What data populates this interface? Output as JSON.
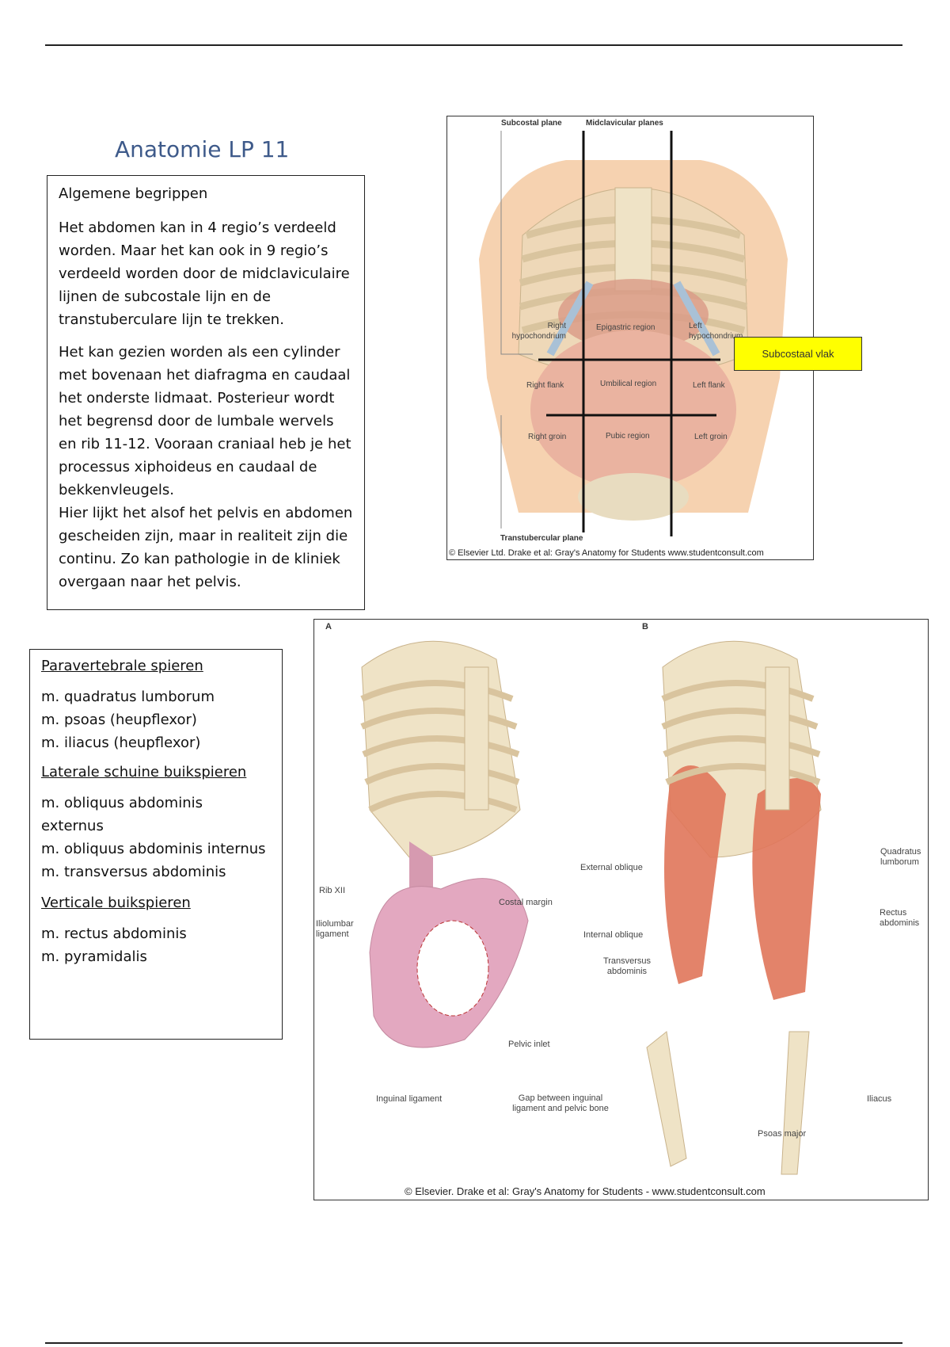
{
  "title": "Anatomie LP 11",
  "box1": {
    "heading": "Algemene begrippen",
    "para1": "Het abdomen kan in 4 regio’s verdeeld worden. Maar het kan ook in 9 regio’s verdeeld worden door de midclaviculaire lijnen de subcostale lijn en de transtuberculare lijn te trekken.",
    "para2": "Het kan gezien worden als een cylinder met bovenaan het diafragma en caudaal het onderste lidmaat. Posterieur wordt het begrensd door de lumbale wervels en rib 11-12. Vooraan craniaal heb je het processus xiphoideus en caudaal de bekkenvleugels.",
    "para3": "Hier lijkt het alsof het pelvis en abdomen gescheiden zijn, maar in realiteit zijn die continu. Zo kan pathologie in de kliniek overgaan naar het pelvis."
  },
  "box2": {
    "sections": [
      {
        "heading": "Paravertebrale spieren",
        "items": [
          "m. quadratus lumborum",
          "m. psoas (heupflexor)",
          "m. iliacus (heupflexor)"
        ]
      },
      {
        "heading": "Laterale schuine buikspieren",
        "items": [
          "m. obliquus abdominis externus",
          "m. obliquus abdominis internus",
          "m. transversus abdominis"
        ]
      },
      {
        "heading": "Verticale buikspieren",
        "items": [
          "m. rectus abdominis",
          "m. pyramidalis"
        ]
      }
    ]
  },
  "figure1": {
    "labels": {
      "subcostal_plane": "Subcostal plane",
      "midclavicular_planes": "Midclavicular planes",
      "right_hypochondrium": "Right hypochondrium",
      "epigastric": "Epigastric region",
      "left_hypochondrium": "Left hypochondrium",
      "right_flank": "Right flank",
      "umbilical": "Umbilical region",
      "left_flank": "Left flank",
      "right_groin": "Right groin",
      "pubic": "Pubic region",
      "left_groin": "Left groin",
      "transtubercular_plane": "Transtubercular plane"
    },
    "credit": "© Elsevier Ltd. Drake et al: Gray's Anatomy for Students www.studentconsult.com",
    "annotation": "Subcostaal vlak"
  },
  "figure2": {
    "panel_a": "A",
    "panel_b": "B",
    "labels": {
      "rib_xii": "Rib XII",
      "iliolumbar": "Iliolumbar ligament",
      "costal_margin": "Costal margin",
      "pelvic_inlet": "Pelvic inlet",
      "inguinal_ligament": "Inguinal ligament",
      "gap": "Gap between inguinal ligament and pelvic bone",
      "external_oblique": "External oblique",
      "internal_oblique": "Internal oblique",
      "transversus": "Transversus abdominis",
      "quadratus": "Quadratus lumborum",
      "rectus": "Rectus abdominis",
      "iliacus": "Iliacus",
      "psoas": "Psoas major"
    },
    "credit": "© Elsevier. Drake et al: Gray's Anatomy for Students - www.studentconsult.com"
  }
}
